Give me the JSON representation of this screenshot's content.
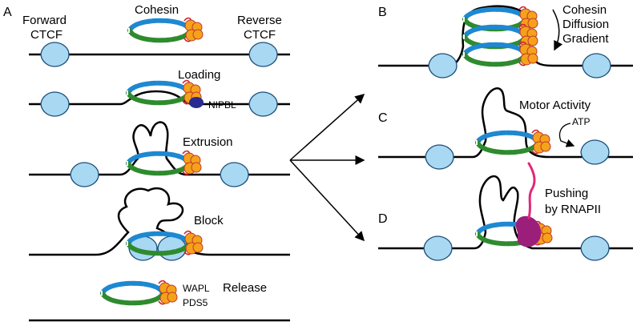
{
  "panels": {
    "a": "A",
    "b": "B",
    "c": "C",
    "d": "D"
  },
  "labels": {
    "forward_ctcf_1": "Forward",
    "forward_ctcf_2": "CTCF",
    "cohesin": "Cohesin",
    "reverse_ctcf_1": "Reverse",
    "reverse_ctcf_2": "CTCF",
    "loading": "Loading",
    "nipbl": "NIPBL",
    "extrusion": "Extrusion",
    "block": "Block",
    "wapl": "WAPL",
    "pds5": "PDS5",
    "release": "Release",
    "diffusion_1": "Cohesin",
    "diffusion_2": "Diffusion",
    "diffusion_3": "Gradient",
    "motor": "Motor Activity",
    "atp": "ATP",
    "pushing_1": "Pushing",
    "pushing_2": "by RNAPII"
  },
  "colors": {
    "ctcf": "#a9d8f3",
    "cohesin_blue": "#1e88d1",
    "cohesin_green": "#2e8b2e",
    "head_orange": "#f5a21b",
    "hinge_red": "#d6232a",
    "nipbl": "#2b2b8f",
    "rnapii": "#9b1e7a",
    "rna": "#e0287a"
  }
}
